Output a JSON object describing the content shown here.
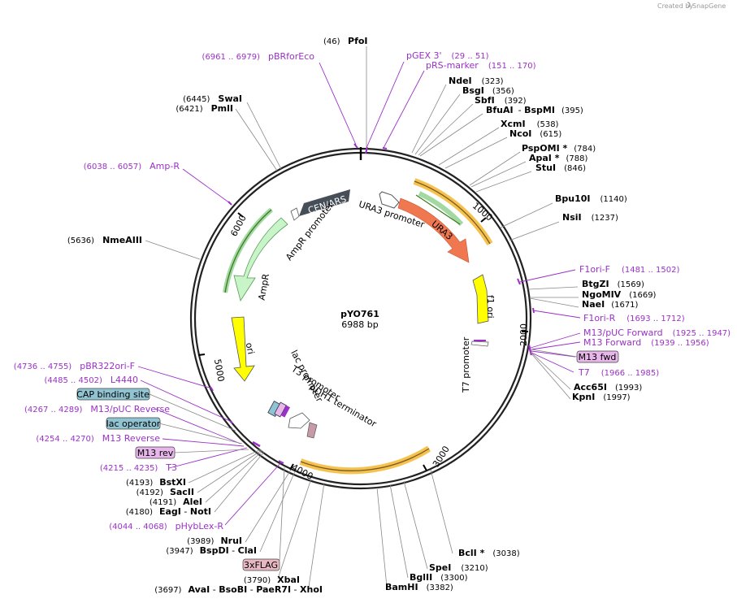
{
  "header": {
    "created_by": "Created by",
    "brand": "SnapGene"
  },
  "plasmid": {
    "name": "pYO761",
    "size": "6988 bp"
  },
  "ticks": [
    "1000",
    "2000",
    "3000",
    "4000",
    "5000",
    "6000"
  ],
  "features": {
    "cen_ars": "CEN/ARS",
    "ura3": "URA3",
    "ura3_promoter": "URA3 promoter",
    "ampr_promoter": "AmpR promoter",
    "ampr": "AmpR",
    "ori": "ori",
    "f1_ori": "f1 ori",
    "t7_promoter": "T7 promoter",
    "lac_promoter": "lac promoter",
    "t3_promoter": "T3 promoter",
    "adh1_terminator": "ADH1 terminator"
  },
  "sites_right": [
    {
      "pos": "(46)",
      "name": "PfoI"
    },
    {
      "name": "NdeI",
      "pos": "(323)"
    },
    {
      "name": "BsgI",
      "pos": "(356)"
    },
    {
      "name": "SbfI",
      "pos": "(392)"
    },
    {
      "name": "BfuAI",
      "sep": "- ",
      "name2": "BspMI",
      "pos": "(395)"
    },
    {
      "name": "XcmI",
      "pos": "(538)"
    },
    {
      "name": "NcoI",
      "pos": "(615)"
    },
    {
      "name": "PspOMI *",
      "pos": "(784)"
    },
    {
      "name": "ApaI *",
      "pos": "(788)"
    },
    {
      "name": "StuI",
      "pos": "(846)"
    },
    {
      "name": "Bpu10I",
      "pos": "(1140)"
    },
    {
      "name": "NsiI",
      "pos": "(1237)"
    },
    {
      "name": "BtgZI",
      "pos": "(1569)"
    },
    {
      "name": "NgoMIV",
      "pos": "(1669)"
    },
    {
      "name": "NaeI",
      "pos": "(1671)"
    },
    {
      "name": "Acc65I",
      "pos": "(1993)"
    },
    {
      "name": "KpnI",
      "pos": "(1997)"
    },
    {
      "name": "BclI *",
      "pos": "(3038)"
    },
    {
      "name": "SpeI",
      "pos": "(3210)"
    },
    {
      "name": "BglII",
      "pos": "(3300)"
    },
    {
      "name": "BamHI",
      "pos": "(3382)"
    }
  ],
  "sites_left": [
    {
      "pos": "(6445)",
      "name": "SwaI"
    },
    {
      "pos": "(6421)",
      "name": "PmlI"
    },
    {
      "pos": "(5636)",
      "name": "NmeAIII"
    },
    {
      "pos": "(4193)",
      "name": "BstXI"
    },
    {
      "pos": "(4192)",
      "name": "SacII"
    },
    {
      "pos": "(4191)",
      "name": "AleI"
    },
    {
      "pos": "(4180)",
      "name": "EagI",
      "sep": " - ",
      "name2": "NotI"
    },
    {
      "pos": "(3989)",
      "name": "NruI"
    },
    {
      "pos": "(3947)",
      "name": "BspDI",
      "sep": " - ",
      "name2": "ClaI"
    },
    {
      "pos": "(3790)",
      "name": "XbaI"
    },
    {
      "pos": "(3697)",
      "name": "AvaI",
      "sep": " - ",
      "name2": "BsoBI",
      "sep2": " - ",
      "name3": "PaeR7I",
      "sep3": " - ",
      "name4": "XhoI"
    }
  ],
  "primers_right": [
    {
      "name": "pGEX 3'",
      "pos": "(29 .. 51)"
    },
    {
      "name": "pRS-marker",
      "pos": "(151 .. 170)"
    },
    {
      "name": "F1ori-F",
      "pos": "(1481 .. 1502)"
    },
    {
      "name": "F1ori-R",
      "pos": "(1693 .. 1712)"
    },
    {
      "name": "M13/pUC Forward",
      "pos": "(1925 .. 1947)"
    },
    {
      "name": "M13 Forward",
      "pos": "(1939 .. 1956)"
    },
    {
      "name": "T7",
      "pos": "(1966 .. 1985)"
    }
  ],
  "primers_left": [
    {
      "pos": "(6961 .. 6979)",
      "name": "pBRforEco"
    },
    {
      "pos": "(6038 .. 6057)",
      "name": "Amp-R"
    },
    {
      "pos": "(4736 .. 4755)",
      "name": "pBR322ori-F"
    },
    {
      "pos": "(4485 .. 4502)",
      "name": "L4440"
    },
    {
      "pos": "(4267 .. 4289)",
      "name": "M13/pUC Reverse"
    },
    {
      "pos": "(4254 .. 4270)",
      "name": "M13 Reverse"
    },
    {
      "pos": "(4215 .. 4235)",
      "name": "T3"
    },
    {
      "pos": "(4044 .. 4068)",
      "name": "pHybLex-R"
    }
  ],
  "boxes": {
    "m13_fwd": "M13 fwd",
    "cap_binding_site": "CAP binding site",
    "lac_operator": "lac operator",
    "m13_rev": "M13 rev",
    "three_x_flag": "3xFLAG"
  },
  "colors": {
    "primer": "#9b30c8",
    "ura3": "#f07850",
    "ampr": "#c8f5c8",
    "ori": "#ffff00",
    "cen_ars": "#464e57",
    "orf": "#f5b730",
    "orf_inner": "#7a5a20",
    "m13_box": "#e7b6ea",
    "blue_box": "#91c4d2",
    "flag_box": "#e8b8c2"
  }
}
